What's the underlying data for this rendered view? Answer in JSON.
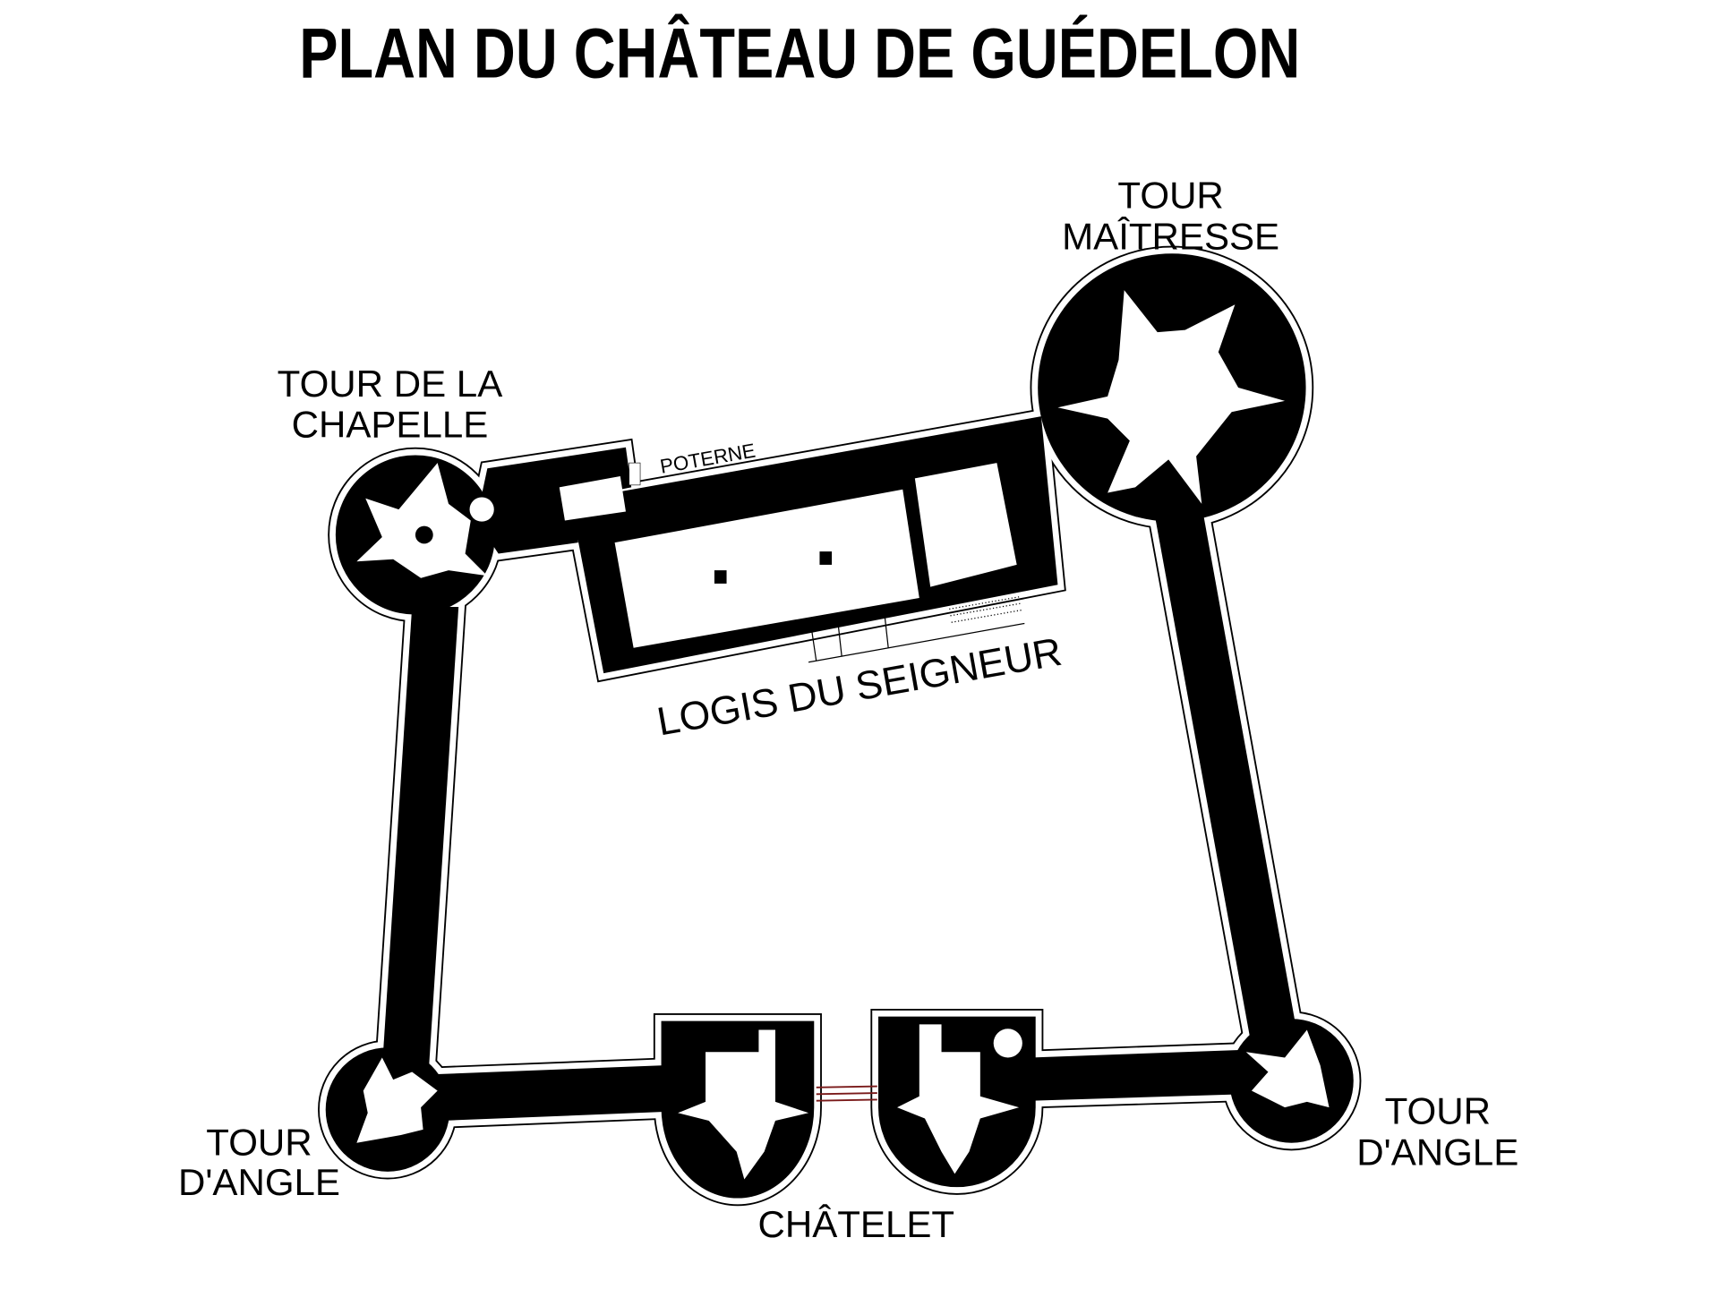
{
  "title": "PLAN DU CHÂTEAU DE GUÉDELON",
  "labels": {
    "tour_maitresse": [
      "TOUR",
      "MAÎTRESSE"
    ],
    "tour_chapelle": [
      "TOUR DE LA",
      "CHAPELLE"
    ],
    "poterne": "POTERNE",
    "logis": "LOGIS DU SEIGNEUR",
    "tour_angle_left": [
      "TOUR",
      "D'ANGLE"
    ],
    "tour_angle_right": [
      "TOUR",
      "D'ANGLE"
    ],
    "chatelet": "CHÂTELET"
  },
  "colors": {
    "wall": "#000000",
    "background": "#ffffff",
    "door": "#7a1a1a"
  }
}
